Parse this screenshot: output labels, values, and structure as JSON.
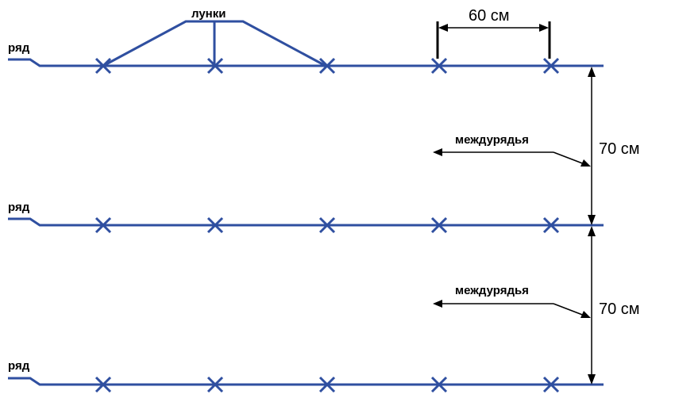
{
  "row_label": "ряд",
  "holes_label": "лунки",
  "spacing_label": "60 см",
  "interrow_label": "междурядья",
  "interrow_distance_label": "70 см",
  "rows": [
    {
      "name": "row-1"
    },
    {
      "name": "row-2"
    },
    {
      "name": "row-3"
    }
  ],
  "holes_per_row": 5,
  "colors": {
    "row_line": "#2f4fa0",
    "dimension": "#000000"
  }
}
